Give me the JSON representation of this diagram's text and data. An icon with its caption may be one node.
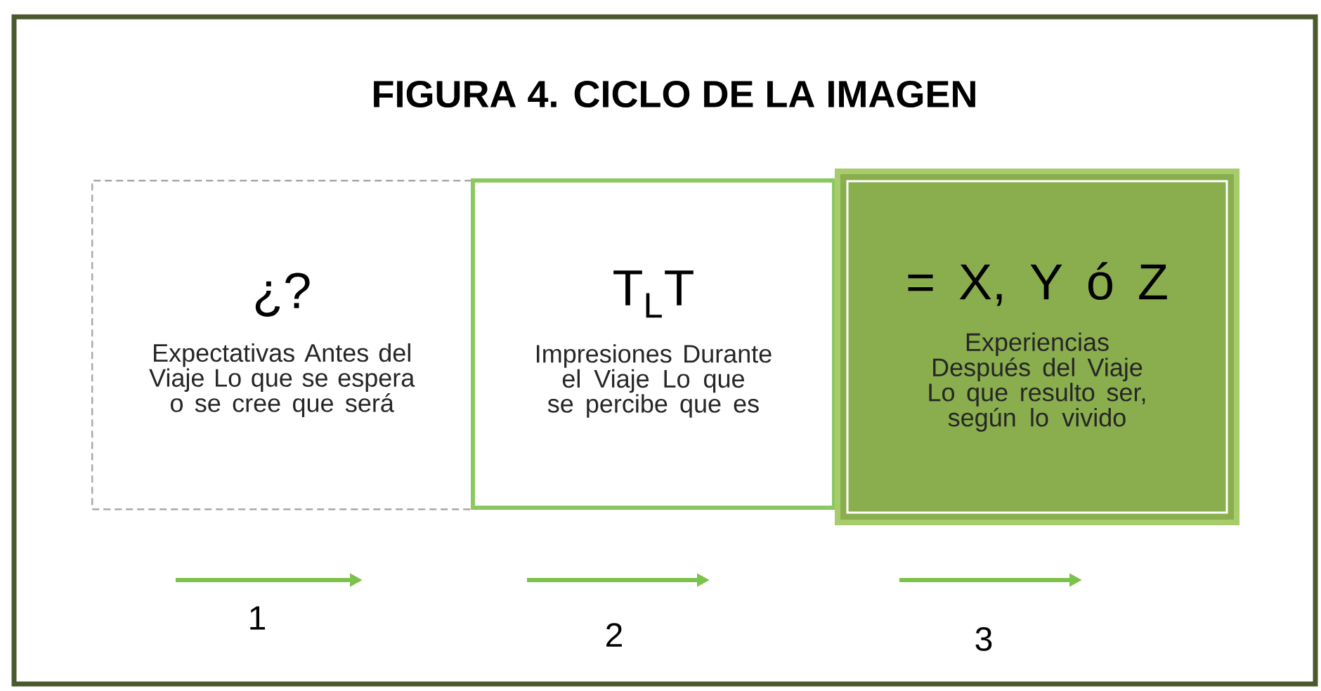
{
  "diagram": {
    "title": "FIGURA 4.  CICLO DE LA IMAGEN",
    "nodes": [
      {
        "text": [
          "¿?",
          "Expectativas Antes del Viaje Lo que se espera o se cree que será"
        ]
      },
      {
        "text": [
          "T$_{L}$T",
          "Impresiones Durante el Viaje Lo que se percibe que es"
        ]
      },
      {
        "text": [
          "= X, Y ó Z",
          "Experiencias Después del Viaje Lo que resulto ser, según lo vivido"
        ]
      }
    ],
    "labels": [
      "1",
      "2",
      "3"
    ]
  }
}
